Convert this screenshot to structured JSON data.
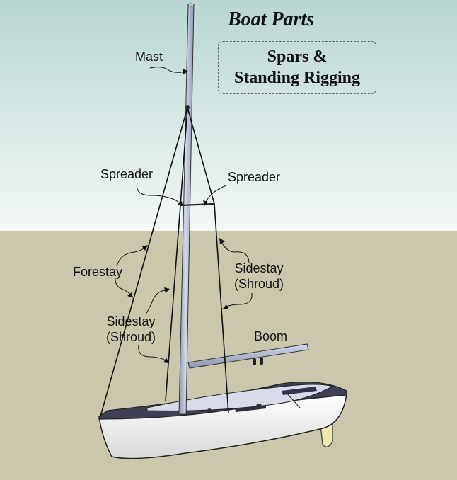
{
  "diagram": {
    "title": "Boat Parts",
    "subtitle": [
      "Spars &",
      "Standing Rigging"
    ],
    "labels": {
      "mast": "Mast",
      "spreader_left": "Spreader",
      "spreader_right": "Spreader",
      "forestay": "Forestay",
      "sidestay_right": [
        "Sidestay",
        "(Shroud)"
      ],
      "sidestay_left": [
        "Sidestay",
        "(Shroud)"
      ],
      "boom": "Boom"
    },
    "colors": {
      "sky_top": "#b9d6d2",
      "sky_bottom": "#f3f8f7",
      "ground": "#cbc7ad",
      "hull": "#f4f4f4",
      "deck": "#3f3f56",
      "mast": "#b7bfd6",
      "centerboard": "#efe8b0"
    }
  }
}
